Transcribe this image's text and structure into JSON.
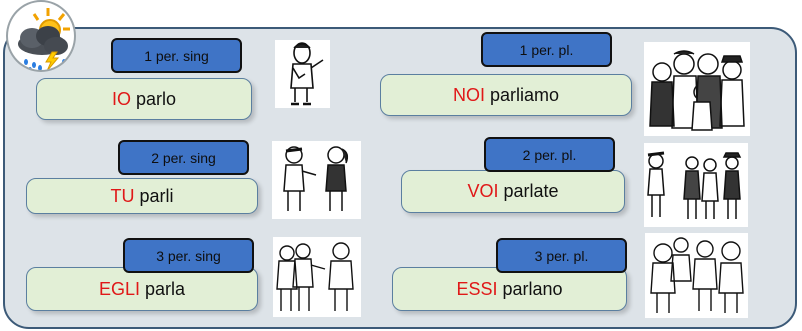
{
  "rows": [
    {
      "tag_left": "1 per. sing",
      "pron_left": "IO",
      "verb_left": "parlo",
      "tag_right": "1 per. pl.",
      "pron_right": "NOI",
      "verb_right": "parliamo"
    },
    {
      "tag_left": "2 per. sing",
      "pron_left": "TU",
      "verb_left": "parli",
      "tag_right": "2 per. pl.",
      "pron_right": "VOI",
      "verb_right": "parlate"
    },
    {
      "tag_left": "3 per. sing",
      "pron_left": "EGLI",
      "verb_left": "parla",
      "tag_right": "3 per. pl.",
      "pron_right": "ESSI",
      "verb_right": "parlano"
    }
  ],
  "colors": {
    "pronoun": "#e01818",
    "tag_bg": "#3f74c6",
    "box_bg": "#e2efd6",
    "frame_border": "#3c5a78"
  },
  "icons": [
    "weather-sun-cloud-rain-icon",
    "speaking-person-illustration",
    "group-of-people-illustration"
  ]
}
